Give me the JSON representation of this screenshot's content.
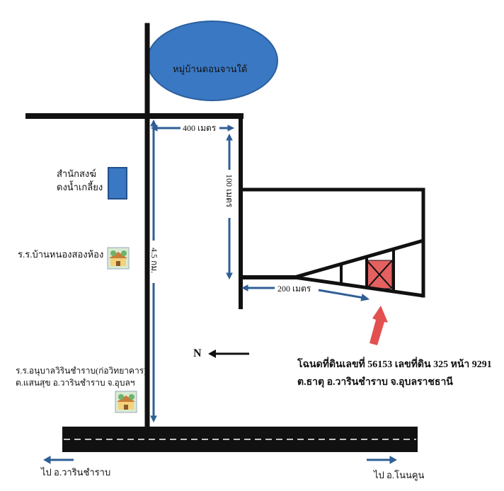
{
  "map": {
    "village": "หมู่บ้านดอนจานใต้",
    "temple_line1": "สำนักสงฆ์",
    "temple_line2": "ดงน้ำเกลี้ยง",
    "school1": "ร.ร.บ้านหนองสองห้อง",
    "school2_line1": "ร.ร.อนุบาลวิรินชำราบ(ก่อวิทยาคาร)",
    "school2_line2": "ต.แสนสุข อ.วารินชำราบ จ.อุบลฯ",
    "dist_400": "400 เมตร",
    "dist_100": "100 เมตร",
    "dist_200": "200 เมตร",
    "dist_4_5": "4.5 กม.",
    "north": "N",
    "plot_line1": "โฉนดที่ดินเลขที่ 56153  เลขที่ดิน 325  หน้า 9291",
    "plot_line2": "ต.ธาตุ  อ.วารินชำราบ  จ.อุบลราชธานี",
    "to_left": "ไป อ.วารินชำราบ",
    "to_right": "ไป อ.โนนคูน"
  },
  "colors": {
    "road": "#111111",
    "blue": "#3a78c3",
    "arrow_blue": "#2f5f95",
    "plot_red": "#e56060",
    "pointer_red": "#e2504f"
  },
  "icons": [
    "school-icon",
    "school-icon",
    "temple-icon",
    "north-arrow-icon",
    "pointer-arrow-icon"
  ]
}
